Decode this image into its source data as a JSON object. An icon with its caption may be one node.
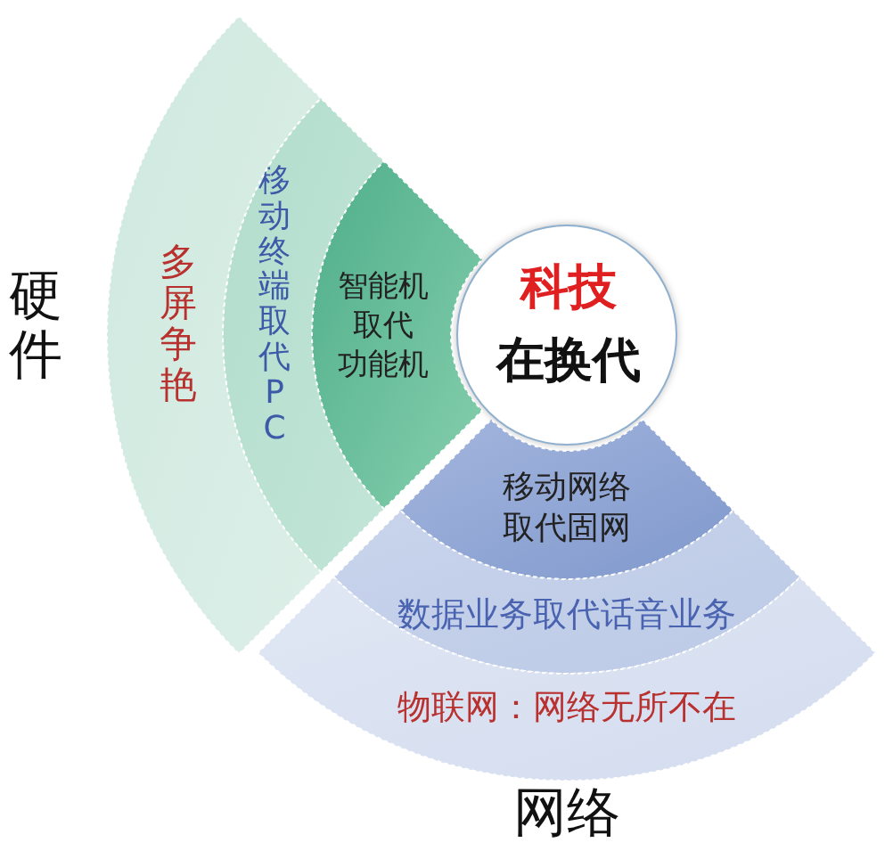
{
  "diagram": {
    "nodes": [
      {
        "text": [
          "科技",
          "在换代"
        ]
      },
      {
        "text": [
          "智能机取代功能机"
        ]
      },
      {
        "text": [
          "移动终端取代PC"
        ]
      },
      {
        "text": [
          "多屏争艳"
        ]
      },
      {
        "text": [
          "移动网络取代固网"
        ]
      },
      {
        "text": [
          "数据业务取代话音业务"
        ]
      },
      {
        "text": [
          "物联网：网络无所不在"
        ]
      }
    ],
    "labels": [
      "硬件",
      "网络"
    ]
  }
}
